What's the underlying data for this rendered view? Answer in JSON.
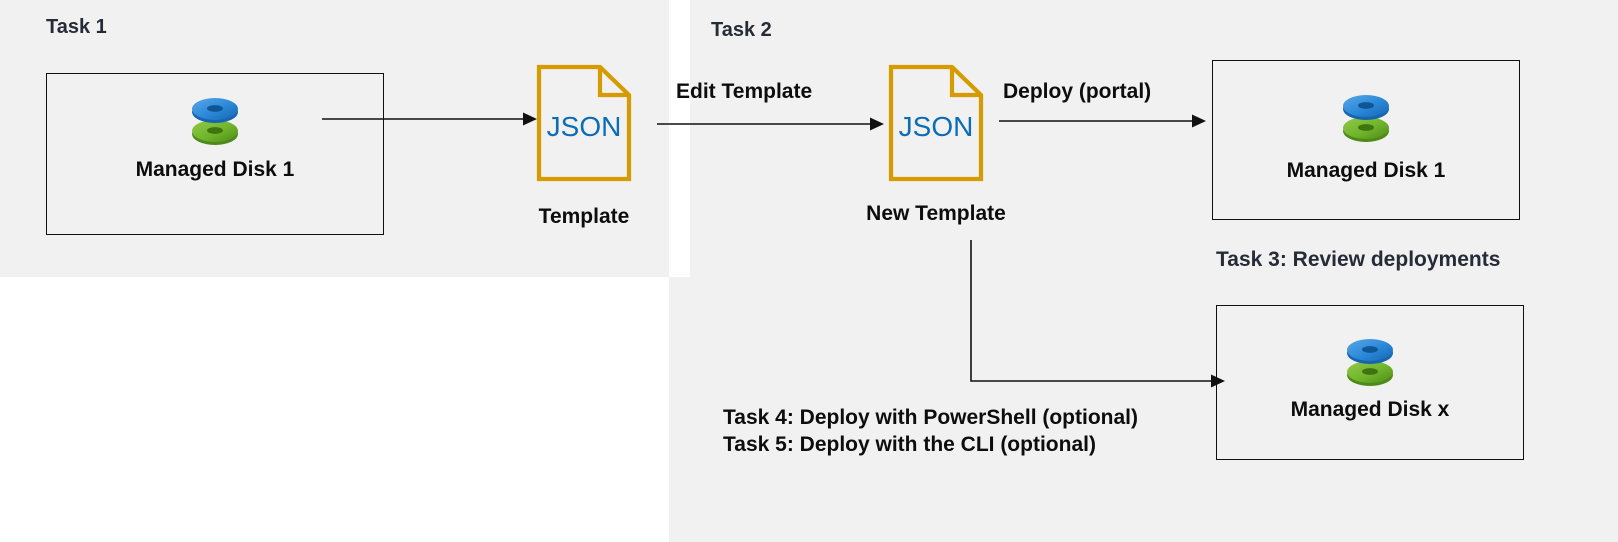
{
  "diagram": {
    "title_hidden": "",
    "panels": [
      {
        "name": "Task 1 panel",
        "color": "#f1f1f1"
      },
      {
        "name": "Task 2 panel",
        "color": "#f1f1f1"
      }
    ],
    "task_labels": {
      "task1": "Task 1",
      "task2": "Task 2",
      "task3": "Task 3: Review deployments",
      "task4": "Task 4: Deploy with PowerShell (optional)",
      "task5": "Task 5: Deploy with the CLI (optional)"
    },
    "nodes": {
      "managed_disk_1_source": {
        "label": "Managed Disk 1",
        "icon": "managed-disk-icon"
      },
      "template_file": {
        "text": "JSON",
        "caption": "Template",
        "icon": "json-file-icon"
      },
      "new_template_file": {
        "text": "JSON",
        "caption": "New Template",
        "icon": "json-file-icon"
      },
      "managed_disk_1_target": {
        "label": "Managed Disk 1",
        "icon": "managed-disk-icon"
      },
      "managed_disk_x_target": {
        "label": "Managed Disk x",
        "icon": "managed-disk-icon"
      }
    },
    "arrows": {
      "export": {
        "label": ""
      },
      "edit_template": {
        "label": "Edit Template"
      },
      "deploy_portal": {
        "label": "Deploy (portal)"
      },
      "deploy_scripted": {
        "label": ""
      }
    },
    "colors": {
      "panel_background": "#f1f1f1",
      "page_background": "#ffffff",
      "file_outline": "#d79b00",
      "json_text": "#0d6cb8",
      "disk_blue": "#2e8bd6",
      "disk_green": "#74b72e",
      "stroke": "#111111",
      "task_label_text": "#262b38",
      "body_text": "#0d0d0d"
    }
  }
}
